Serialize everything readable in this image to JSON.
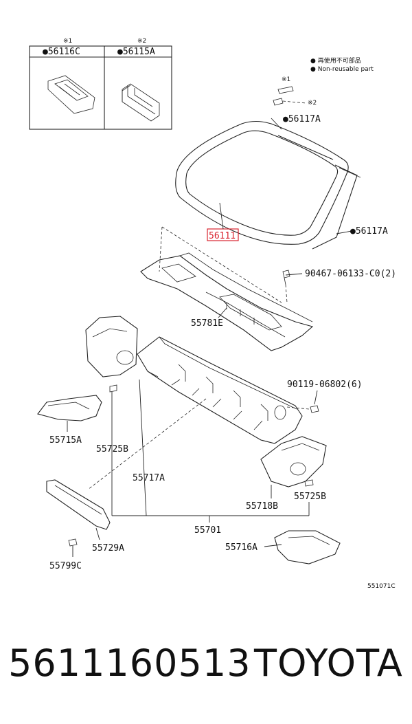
{
  "legend": {
    "line1": "● 再使用不可部品",
    "line2": "● Non-reusable part"
  },
  "inset": {
    "box1_mark": "※1",
    "box1_label": "●56116C",
    "box2_mark": "※2",
    "box2_label": "●56115A"
  },
  "marks": {
    "m1": "※1",
    "m2": "※2"
  },
  "parts": {
    "p56117A_top": "●56117A",
    "p56117A_right": "●56117A",
    "p56111": "56111",
    "p90467": "90467-06133-C0(2)",
    "p55781E": "55781E",
    "p90119": "90119-06802(6)",
    "p55715A": "55715A",
    "p55725B_left": "55725B",
    "p55717A": "55717A",
    "p55718B": "55718B",
    "p55725B_right": "55725B",
    "p55701": "55701",
    "p55716A": "55716A",
    "p55729A": "55729A",
    "p55799C": "55799C"
  },
  "figure_code": "551071C",
  "footer": {
    "part_number": "5611160513",
    "brand": "TOYOTA"
  },
  "colors": {
    "highlight": "#d9232e",
    "line": "#222222"
  }
}
